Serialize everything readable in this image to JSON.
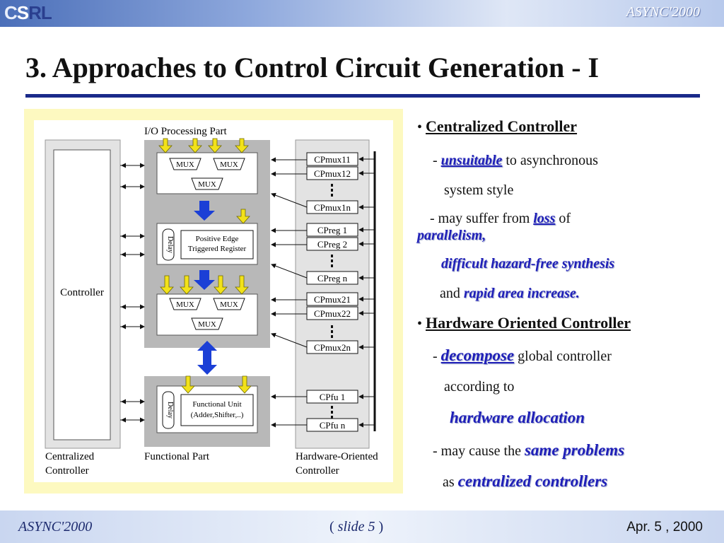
{
  "header": {
    "logo_c": "C",
    "logo_s": "S",
    "logo_rl": "RL",
    "conference": "ASYNC'2000"
  },
  "title": "3. Approaches to Control Circuit Generation - I",
  "figure": {
    "io_label": "I/O Processing Part",
    "mux": "MUX",
    "register": [
      "Positive Edge",
      "Triggered Register"
    ],
    "delay": "Delay",
    "func_unit": [
      "Functional Unit",
      "(Adder,Shifter,..)"
    ],
    "controller": "Controller",
    "centralized": [
      "Centralized",
      "Controller"
    ],
    "functional_part": "Functional Part",
    "hw_oriented": [
      "Hardware-Oriented",
      "Controller"
    ],
    "cp_boxes": [
      "CPmux11",
      "CPmux12",
      "CPmux1n",
      "CPreg 1",
      "CPreg 2",
      "CPreg n",
      "CPmux21",
      "CPmux22",
      "CPmux2n",
      "CPfu 1",
      "CPfu n"
    ],
    "colors": {
      "panel": "#b8b8b8",
      "light": "#e8e8e8",
      "arrow_yellow": "#f2e21a",
      "arrow_blue": "#1b3fd6",
      "bg": "#fdf9c0"
    }
  },
  "bullets": {
    "b1_heading": "Centralized Controller",
    "b1_s1_em": "unsuitable",
    "b1_s1_rest": "to asynchronous",
    "b1_s1_cont": "system style",
    "b1_s2_pre": "- may suffer from",
    "b1_s2_em": "loss",
    "b1_s2_of": "of",
    "b1_s2_em2": "parallelism,",
    "b1_s3_em": "difficult hazard-free synthesis",
    "b1_s4_and": "and",
    "b1_s4_em": "rapid area increase.",
    "b2_heading": "Hardware Oriented Controller",
    "b2_s1_em": "decompose",
    "b2_s1_rest": "global controller",
    "b2_s1_cont": "according to",
    "b2_s1_em2": "hardware allocation",
    "b2_s2_pre": "- may cause the",
    "b2_s2_em": "same problems",
    "b2_s3_as": "as",
    "b2_s3_em": "centralized controllers"
  },
  "footer": {
    "left": "ASYNC'2000",
    "center_open": "(",
    "center_slide": "slide 5",
    "center_close": ")",
    "right": "Apr. 5 , 2000"
  }
}
